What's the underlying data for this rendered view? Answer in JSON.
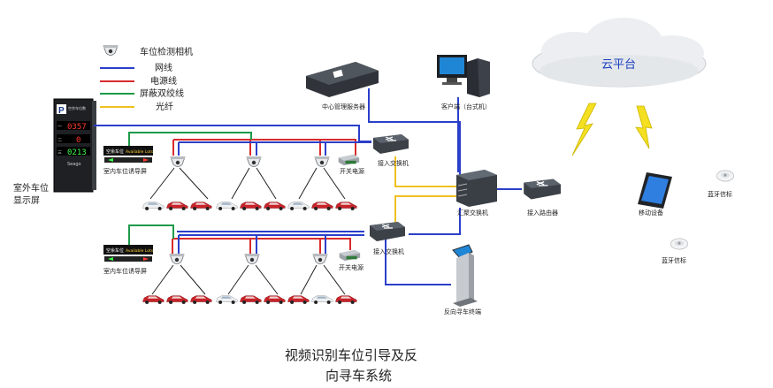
{
  "title_line1": "视频识别车位引导及反",
  "title_line2": "向寻车系统",
  "legend": {
    "camera": "车位检测相机",
    "network": "网线",
    "power": "电源线",
    "shielded": "屏蔽双绞线",
    "fiber": "光纤"
  },
  "labels": {
    "outdoor_screen_1": "室外车位",
    "outdoor_screen_2": "显示屏",
    "indoor_guide_1": "室内车位诱导屏",
    "indoor_guide_2": "室内车位诱导屏",
    "switch_power_1": "开关电源",
    "switch_power_2": "开关电源",
    "access_switch_1": "接入交换机",
    "access_switch_2": "接入交换机",
    "aggregation_switch": "汇聚交换机",
    "access_router": "接入路由器",
    "central_server": "中心管理服务器",
    "client": "客户端（台式机）",
    "cloud": "云平台",
    "mobile": "移动设备",
    "beacon_1": "蓝牙信标",
    "beacon_2": "蓝牙信标",
    "kiosk": "反向寻车终端"
  },
  "outdoor_display": {
    "brand": "P",
    "header": "空余车位数",
    "rows": [
      {
        "floor": "一",
        "value": "0357"
      },
      {
        "floor": "二",
        "value": "0"
      },
      {
        "floor": "三",
        "value": "0213"
      }
    ],
    "footer": "Seago"
  },
  "guide_screen": {
    "left": "空余车位",
    "right": "Available Lots"
  },
  "colors": {
    "network": "#2b3fc9",
    "power": "#d92b2b",
    "shielded": "#1c9a4a",
    "fiber": "#f0c020",
    "car_red": "#c8242a",
    "car_white": "#e9ecef"
  }
}
